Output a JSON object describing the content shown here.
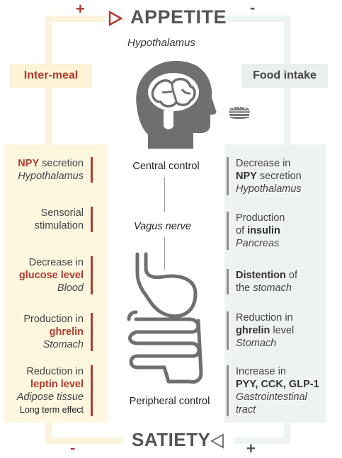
{
  "title_top": "APPETITE",
  "title_bottom": "SATIETY",
  "signs": {
    "top_left": "+",
    "top_right": "-",
    "bottom_left": "-",
    "bottom_right": "+"
  },
  "hypothalamus": "Hypothalamus",
  "tags": {
    "left": "Inter-meal",
    "right": "Food intake"
  },
  "center": {
    "central": "Central control",
    "vagus": "Vagus nerve",
    "peripheral": "Peripheral control"
  },
  "left_items": [
    {
      "lines": [
        [
          {
            "t": "NPY",
            "s": "red"
          },
          {
            "t": " secretion",
            "s": ""
          }
        ],
        [
          {
            "t": "Hypothalamus",
            "s": "it"
          }
        ]
      ]
    },
    {
      "lines": [
        [
          {
            "t": "Sensorial",
            "s": ""
          }
        ],
        [
          {
            "t": "stimulation",
            "s": ""
          }
        ]
      ]
    },
    {
      "lines": [
        [
          {
            "t": "Decrease in",
            "s": ""
          }
        ],
        [
          {
            "t": "glucose level",
            "s": "red"
          }
        ],
        [
          {
            "t": "Blood",
            "s": "it"
          }
        ]
      ]
    },
    {
      "lines": [
        [
          {
            "t": "Production in",
            "s": ""
          }
        ],
        [
          {
            "t": "ghrelin",
            "s": "red"
          }
        ],
        [
          {
            "t": "Stomach",
            "s": "it"
          }
        ]
      ]
    },
    {
      "lines": [
        [
          {
            "t": "Reduction in",
            "s": ""
          }
        ],
        [
          {
            "t": "leptin level",
            "s": "red"
          }
        ],
        [
          {
            "t": "Adipose tissue",
            "s": "it"
          }
        ],
        [
          {
            "t": "Long term effect",
            "s": "small"
          }
        ]
      ]
    }
  ],
  "right_items": [
    {
      "lines": [
        [
          {
            "t": "Decrease in",
            "s": ""
          }
        ],
        [
          {
            "t": "NPY",
            "s": "bold"
          },
          {
            "t": " secretion",
            "s": ""
          }
        ],
        [
          {
            "t": "Hypothalamus",
            "s": "it"
          }
        ]
      ]
    },
    {
      "lines": [
        [
          {
            "t": "Production",
            "s": ""
          }
        ],
        [
          {
            "t": "of ",
            "s": ""
          },
          {
            "t": "insulin",
            "s": "bold"
          }
        ],
        [
          {
            "t": "Pancreas",
            "s": "it"
          }
        ]
      ]
    },
    {
      "lines": [
        [
          {
            "t": "Distention",
            "s": "bold"
          },
          {
            "t": " of",
            "s": ""
          }
        ],
        [
          {
            "t": "the ",
            "s": ""
          },
          {
            "t": "stomach",
            "s": "it"
          }
        ]
      ]
    },
    {
      "lines": [
        [
          {
            "t": "Reduction in",
            "s": ""
          }
        ],
        [
          {
            "t": "ghrelin",
            "s": "bold"
          },
          {
            "t": " level",
            "s": ""
          }
        ],
        [
          {
            "t": "Stomach",
            "s": "it"
          }
        ]
      ]
    },
    {
      "lines": [
        [
          {
            "t": "Increase in",
            "s": ""
          }
        ],
        [
          {
            "t": "PYY, CCK, GLP-1",
            "s": "bold"
          }
        ],
        [
          {
            "t": "Gastrointestinal",
            "s": "it"
          }
        ],
        [
          {
            "t": "tract",
            "s": "it"
          }
        ]
      ]
    }
  ],
  "colors": {
    "accent_red": "#b23a2e",
    "left_bg": "#fdf7e0",
    "right_bg": "#eef3f1",
    "icon_gray": "#6f6f6f"
  },
  "icons": {
    "head": "head-brain-icon",
    "stomach": "stomach-intestine-icon",
    "food": "sandwich-icon"
  }
}
